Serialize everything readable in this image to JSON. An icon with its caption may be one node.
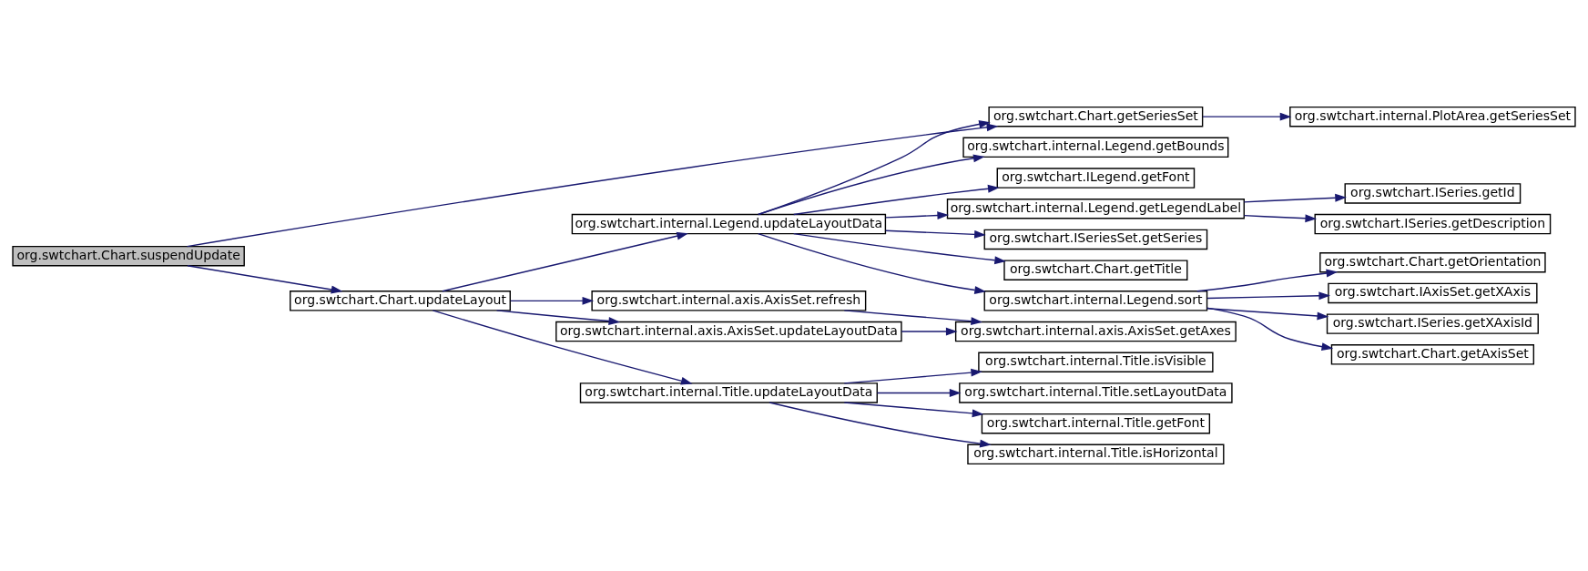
{
  "diagram": {
    "nodes": [
      {
        "text": [
          "org.swtchart.Chart.suspendUpdate"
        ]
      },
      {
        "text": [
          "org.swtchart.Chart.getSeriesSet"
        ]
      },
      {
        "text": [
          "org.swtchart.internal.PlotArea.getSeriesSet"
        ]
      },
      {
        "text": [
          "org.swtchart.Chart.updateLayout"
        ]
      },
      {
        "text": [
          "org.swtchart.internal.Legend.updateLayoutData"
        ]
      },
      {
        "text": [
          "org.swtchart.internal.Legend.getBounds"
        ]
      },
      {
        "text": [
          "org.swtchart.ILegend.getFont"
        ]
      },
      {
        "text": [
          "org.swtchart.internal.Legend.getLegendLabel"
        ]
      },
      {
        "text": [
          "org.swtchart.ISeries.getId"
        ]
      },
      {
        "text": [
          "org.swtchart.ISeries.getDescription"
        ]
      },
      {
        "text": [
          "org.swtchart.ISeriesSet.getSeries"
        ]
      },
      {
        "text": [
          "org.swtchart.Chart.getTitle"
        ]
      },
      {
        "text": [
          "org.swtchart.internal.Legend.sort"
        ]
      },
      {
        "text": [
          "org.swtchart.Chart.getOrientation"
        ]
      },
      {
        "text": [
          "org.swtchart.IAxisSet.getXAxis"
        ]
      },
      {
        "text": [
          "org.swtchart.ISeries.getXAxisId"
        ]
      },
      {
        "text": [
          "org.swtchart.Chart.getAxisSet"
        ]
      },
      {
        "text": [
          "org.swtchart.internal.axis.AxisSet.refresh"
        ]
      },
      {
        "text": [
          "org.swtchart.internal.axis.AxisSet.updateLayoutData"
        ]
      },
      {
        "text": [
          "org.swtchart.internal.axis.AxisSet.getAxes"
        ]
      },
      {
        "text": [
          "org.swtchart.internal.Title.updateLayoutData"
        ]
      },
      {
        "text": [
          "org.swtchart.internal.Title.isVisible"
        ]
      },
      {
        "text": [
          "org.swtchart.internal.Title.setLayoutData"
        ]
      },
      {
        "text": [
          "org.swtchart.internal.Title.getFont"
        ]
      },
      {
        "text": [
          "org.swtchart.internal.Title.isHorizontal"
        ]
      }
    ],
    "edges": [
      {
        "from": 0,
        "to": 1,
        "arrow": "to"
      },
      {
        "from": 0,
        "to": 3,
        "arrow": "to"
      },
      {
        "from": 1,
        "to": 2,
        "arrow": "to"
      },
      {
        "from": 3,
        "to": 4,
        "arrow": "to"
      },
      {
        "from": 3,
        "to": 17,
        "arrow": "to"
      },
      {
        "from": 3,
        "to": 18,
        "arrow": "to"
      },
      {
        "from": 3,
        "to": 20,
        "arrow": "to"
      },
      {
        "from": 4,
        "to": 1,
        "arrow": "to"
      },
      {
        "from": 4,
        "to": 5,
        "arrow": "to"
      },
      {
        "from": 4,
        "to": 6,
        "arrow": "to"
      },
      {
        "from": 4,
        "to": 7,
        "arrow": "to"
      },
      {
        "from": 4,
        "to": 10,
        "arrow": "to"
      },
      {
        "from": 4,
        "to": 11,
        "arrow": "to"
      },
      {
        "from": 4,
        "to": 12,
        "arrow": "to"
      },
      {
        "from": 7,
        "to": 8,
        "arrow": "to"
      },
      {
        "from": 7,
        "to": 9,
        "arrow": "to"
      },
      {
        "from": 12,
        "to": 13,
        "arrow": "to"
      },
      {
        "from": 12,
        "to": 14,
        "arrow": "to"
      },
      {
        "from": 12,
        "to": 15,
        "arrow": "to"
      },
      {
        "from": 12,
        "to": 16,
        "arrow": "to"
      },
      {
        "from": 17,
        "to": 19,
        "arrow": "to"
      },
      {
        "from": 18,
        "to": 19,
        "arrow": "to"
      },
      {
        "from": 20,
        "to": 21,
        "arrow": "to"
      },
      {
        "from": 20,
        "to": 22,
        "arrow": "to"
      },
      {
        "from": 20,
        "to": 23,
        "arrow": "to"
      },
      {
        "from": 20,
        "to": 24,
        "arrow": "to"
      }
    ]
  }
}
